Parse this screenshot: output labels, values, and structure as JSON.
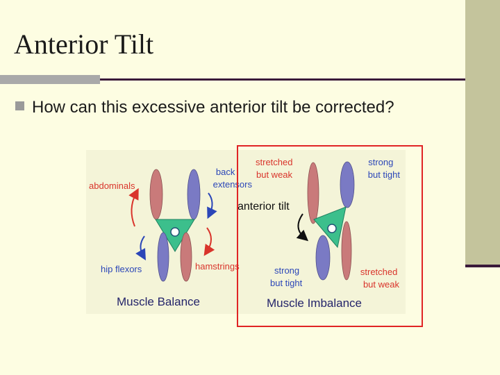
{
  "slide": {
    "title": "Anterior Tilt",
    "bullet": "How can this excessive anterior tilt be corrected?"
  },
  "figure": {
    "balance": {
      "labels": {
        "abdominals": "abdominals",
        "back_extensors": "back\nextensors",
        "hip_flexors": "hip flexors",
        "hamstrings": "hamstrings",
        "caption": "Muscle Balance"
      }
    },
    "imbalance": {
      "labels": {
        "stretched_top": "stretched\nbut weak",
        "strong_top": "strong\nbut tight",
        "anterior_tilt": "anterior tilt",
        "strong_bottom": "strong\nbut tight",
        "stretched_bottom": "stretched\nbut weak",
        "caption": "Muscle Imbalance"
      }
    }
  },
  "colors": {
    "background": "#fdfde2",
    "muscle_red": "#c97a7a",
    "muscle_blue": "#7a7ac4",
    "pelvis_green": "#3cbf8c",
    "label_red": "#d9342b",
    "label_blue": "#2b46b8",
    "highlight": "#e02424"
  }
}
